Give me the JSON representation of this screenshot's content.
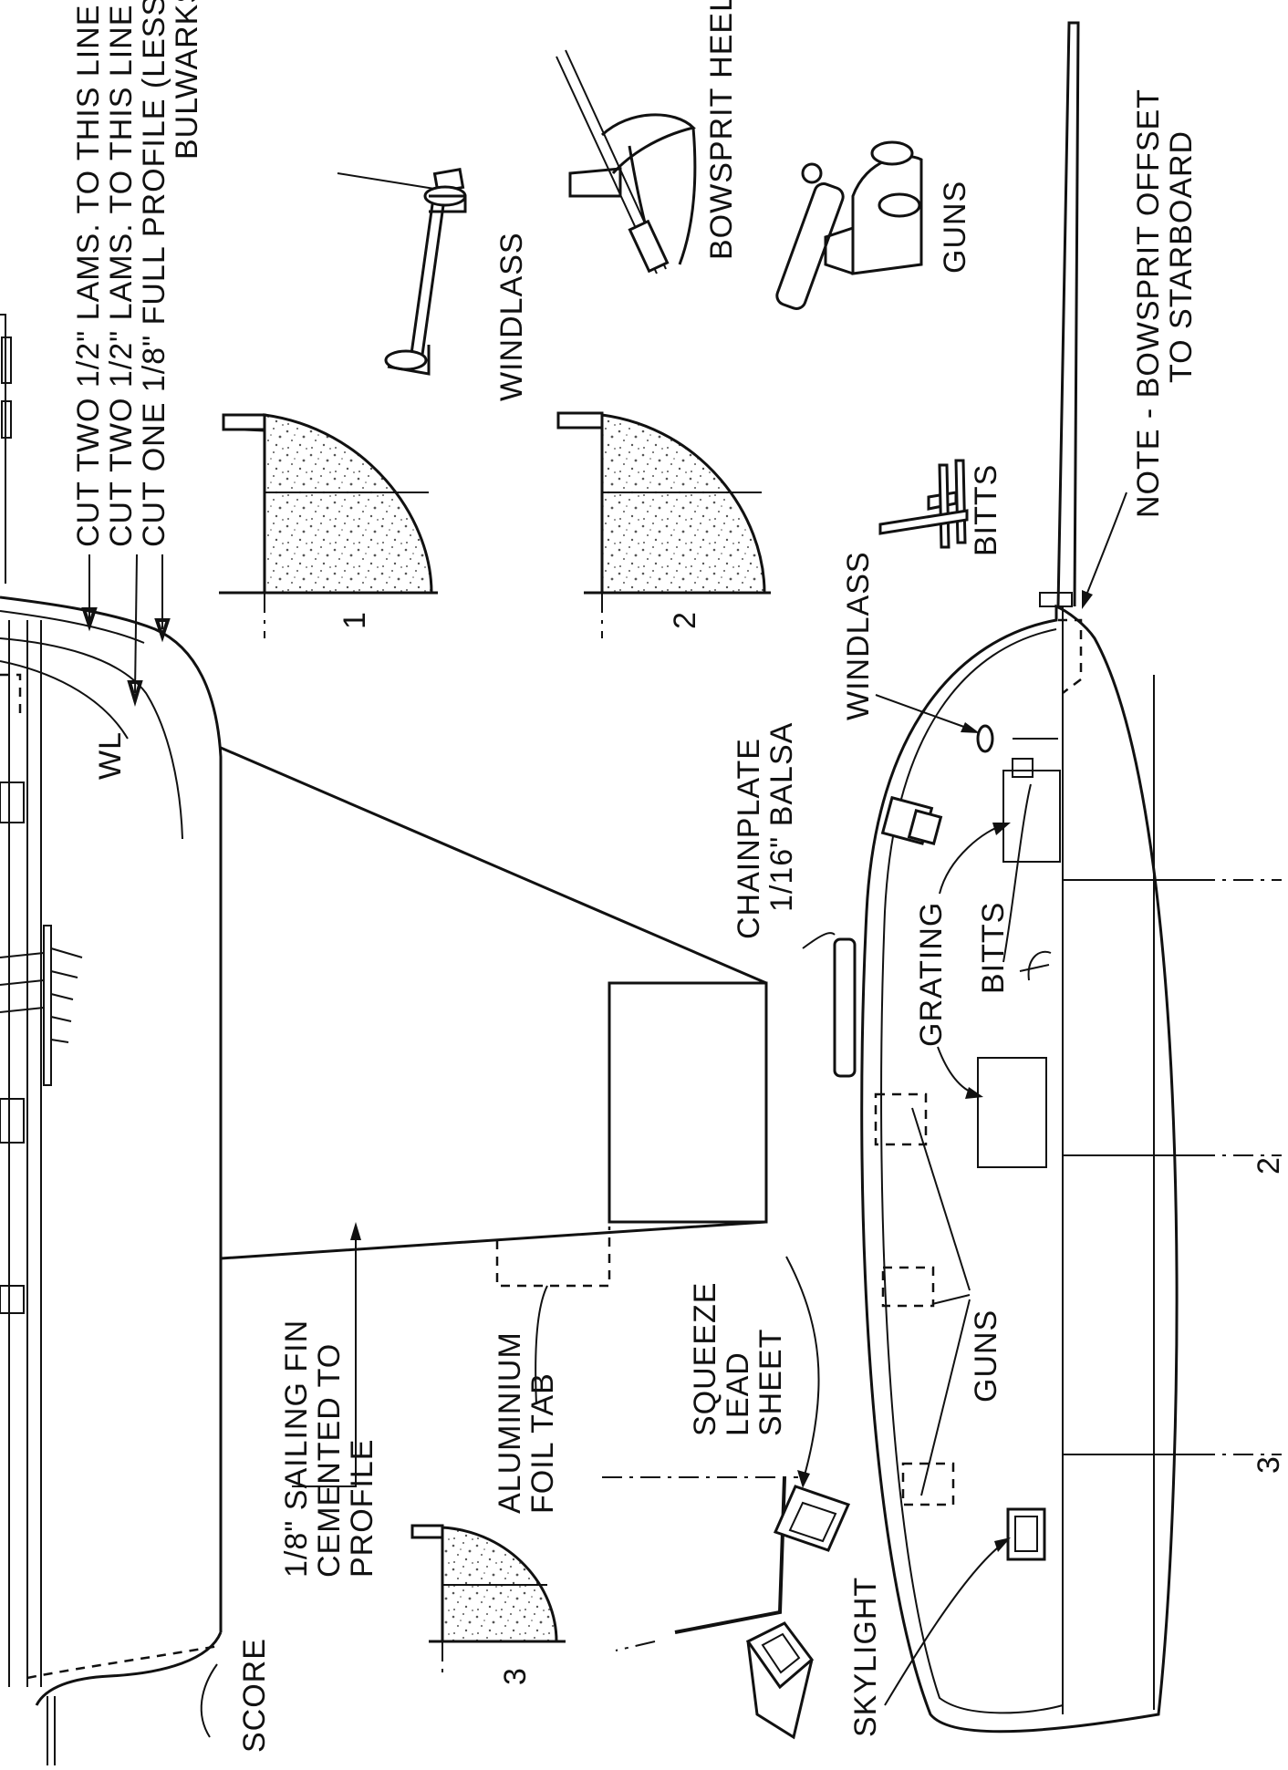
{
  "labels": {
    "cut_two_a": "CUT TWO 1/2\" LAMS. TO THIS LINE",
    "cut_two_b": "CUT TWO 1/2\" LAMS. TO THIS LINE",
    "cut_one": "CUT ONE 1/8\" FULL PROFILE (LESS",
    "bulwarks": "BULWARKS)",
    "wl": "WL",
    "windlass_detail": "WINDLASS",
    "bowsprit_heel": "BOWSPRIT HEEL",
    "guns_detail": "GUNS",
    "bitts_detail": "BITTS",
    "note_line1": "NOTE -  BOWSPRIT OFFSET",
    "note_line2": "TO STARBOARD",
    "windlass_plan": "WINDLASS",
    "chainplate_line1": "CHAINPLATE",
    "chainplate_line2": "1/16\" BALSA",
    "grating": "GRATING",
    "bitts_plan": "BITTS",
    "guns_plan": "GUNS",
    "skylight": "SKYLIGHT",
    "fin_line1": "1/8\" SAILING FIN",
    "fin_line2": "CEMENTED TO",
    "fin_line3": "PROFILE",
    "alu_line1": "ALUMINIUM",
    "alu_line2": "FOIL TAB",
    "squeeze_line1": "SQUEEZE",
    "squeeze_line2": "LEAD",
    "squeeze_line3": "SHEET",
    "score": "SCORE",
    "section_1": "1",
    "section_2": "2",
    "section_3": "3",
    "station_2": "2",
    "station_3": "3"
  }
}
